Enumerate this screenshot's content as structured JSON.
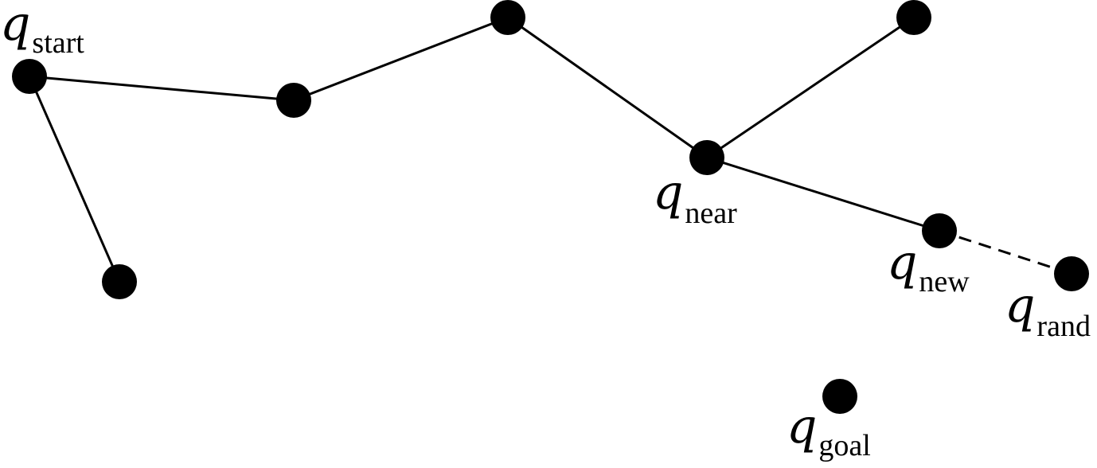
{
  "diagram": {
    "nodes": {
      "start": {
        "symbol": "q",
        "subscript": "start"
      },
      "a": {},
      "b": {},
      "c": {},
      "near": {
        "symbol": "q",
        "subscript": "near"
      },
      "d": {},
      "new": {
        "symbol": "q",
        "subscript": "new"
      },
      "rand": {
        "symbol": "q",
        "subscript": "rand"
      },
      "goal": {
        "symbol": "q",
        "subscript": "goal"
      },
      "e": {}
    },
    "edges": [
      {
        "from": "start",
        "to": "a",
        "style": "solid"
      },
      {
        "from": "start",
        "to": "e",
        "style": "solid"
      },
      {
        "from": "a",
        "to": "b",
        "style": "solid"
      },
      {
        "from": "b",
        "to": "near",
        "style": "solid"
      },
      {
        "from": "near",
        "to": "c",
        "style": "solid"
      },
      {
        "from": "near",
        "to": "new",
        "style": "solid"
      },
      {
        "from": "new",
        "to": "rand",
        "style": "dashed"
      }
    ]
  }
}
